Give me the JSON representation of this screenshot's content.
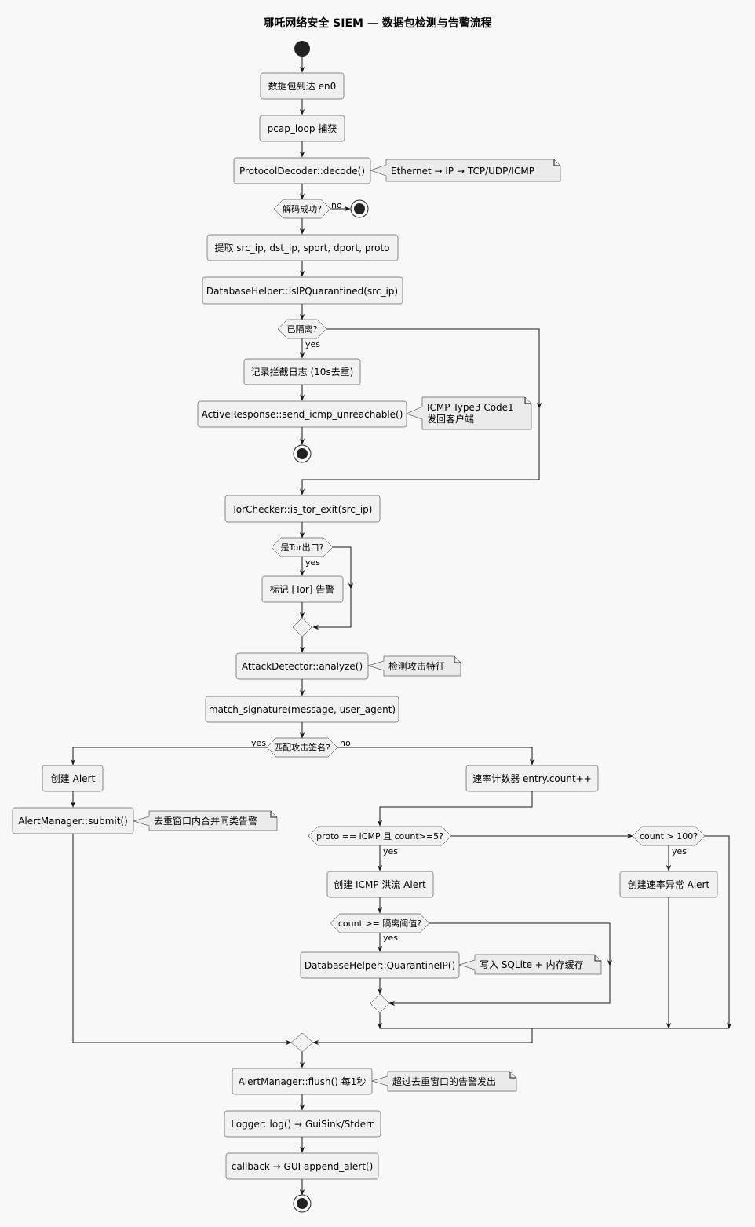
{
  "title": "哪吒网络安全 SIEM — 数据包检测与告警流程",
  "actions": {
    "packet_arrive": "数据包到达 en0",
    "pcap_loop": "pcap_loop 捕获",
    "decode": "ProtocolDecoder::decode()",
    "extract": "提取 src_ip, dst_ip, sport, dport, proto",
    "is_quarantined": "DatabaseHelper::IsIPQuarantined(src_ip)",
    "log_block": "记录拦截日志 (10s去重)",
    "send_icmp": "ActiveResponse::send_icmp_unreachable()",
    "tor_check": "TorChecker::is_tor_exit(src_ip)",
    "tor_mark": "标记 [Tor] 告警",
    "analyze": "AttackDetector::analyze()",
    "match_sig": "match_signature(message, user_agent)",
    "create_alert": "创建 Alert",
    "submit": "AlertManager::submit()",
    "rate_counter": "速率计数器 entry.count++",
    "icmp_flood": "创建 ICMP 洪流 Alert",
    "quarantine_ip": "DatabaseHelper::QuarantineIP()",
    "rate_anomaly": "创建速率异常 Alert",
    "flush": "AlertManager::flush() 每1秒",
    "logger": "Logger::log() → GuiSink/Stderr",
    "callback": "callback → GUI append_alert()"
  },
  "decisions": {
    "decode_ok": "解码成功?",
    "quarantined": "已隔离?",
    "tor_exit": "是Tor出口?",
    "sig_match": "匹配攻击签名?",
    "icmp_count": "proto == ICMP 且 count>=5?",
    "count_100": "count > 100?",
    "count_threshold": "count >= 隔离阈值?"
  },
  "notes": {
    "decode_note": "Ethernet → IP → TCP/UDP/ICMP",
    "icmp_note_1": "ICMP Type3 Code1",
    "icmp_note_2": "发回客户端",
    "analyze_note": "检测攻击特征",
    "submit_note": "去重窗口内合并同类告警",
    "quarantine_note": "写入 SQLite + 内存缓存",
    "flush_note": "超过去重窗口的告警发出"
  },
  "labels": {
    "yes": "yes",
    "no": "no"
  }
}
